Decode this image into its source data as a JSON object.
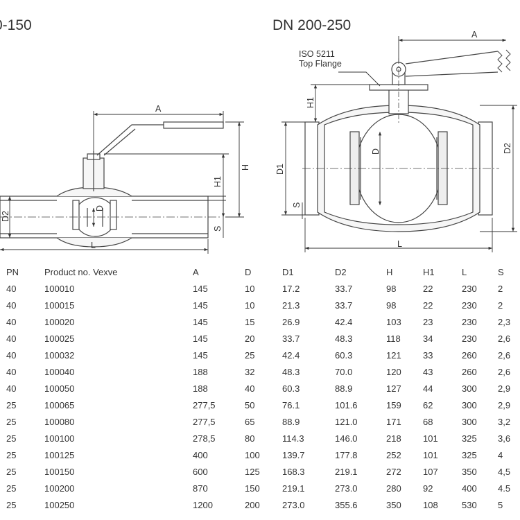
{
  "titles": {
    "left": "0-150",
    "right": "DN 200-250"
  },
  "drawing_labels": {
    "left": {
      "a": "A",
      "h": "H",
      "h1": "H1",
      "d2": "D2",
      "d": "D",
      "s": "S",
      "l": "L"
    },
    "right": {
      "a": "A",
      "h1": "H1",
      "d1": "D1",
      "d": "D",
      "d2": "D2",
      "s": "S",
      "l": "L",
      "note_line1": "ISO 5211",
      "note_line2": "Top Flange"
    }
  },
  "table": {
    "headers": [
      "PN",
      "Product no. Vexve",
      "A",
      "D",
      "D1",
      "D2",
      "H",
      "H1",
      "L",
      "S"
    ],
    "rows": [
      [
        "40",
        "100010",
        "145",
        "10",
        "17.2",
        "33.7",
        "98",
        "22",
        "230",
        "2"
      ],
      [
        "40",
        "100015",
        "145",
        "10",
        "21.3",
        "33.7",
        "98",
        "22",
        "230",
        "2"
      ],
      [
        "40",
        "100020",
        "145",
        "15",
        "26.9",
        "42.4",
        "103",
        "23",
        "230",
        "2,3"
      ],
      [
        "40",
        "100025",
        "145",
        "20",
        "33.7",
        "48.3",
        "118",
        "34",
        "230",
        "2,6"
      ],
      [
        "40",
        "100032",
        "145",
        "25",
        "42.4",
        "60.3",
        "121",
        "33",
        "260",
        "2,6"
      ],
      [
        "40",
        "100040",
        "188",
        "32",
        "48.3",
        "70.0",
        "120",
        "43",
        "260",
        "2,6"
      ],
      [
        "40",
        "100050",
        "188",
        "40",
        "60.3",
        "88.9",
        "127",
        "44",
        "300",
        "2,9"
      ],
      [
        "25",
        "100065",
        "277,5",
        "50",
        "76.1",
        "101.6",
        "159",
        "62",
        "300",
        "2,9"
      ],
      [
        "25",
        "100080",
        "277,5",
        "65",
        "88.9",
        "121.0",
        "171",
        "68",
        "300",
        "3,2"
      ],
      [
        "25",
        "100100",
        "278,5",
        "80",
        "114.3",
        "146.0",
        "218",
        "101",
        "325",
        "3,6"
      ],
      [
        "25",
        "100125",
        "400",
        "100",
        "139.7",
        "177.8",
        "252",
        "101",
        "325",
        "4"
      ],
      [
        "25",
        "100150",
        "600",
        "125",
        "168.3",
        "219.1",
        "272",
        "107",
        "350",
        "4,5"
      ],
      [
        "25",
        "100200",
        "870",
        "150",
        "219.1",
        "273.0",
        "280",
        "92",
        "400",
        "4.5"
      ],
      [
        "25",
        "100250",
        "1200",
        "200",
        "273.0",
        "355.6",
        "350",
        "108",
        "530",
        "5"
      ]
    ]
  }
}
